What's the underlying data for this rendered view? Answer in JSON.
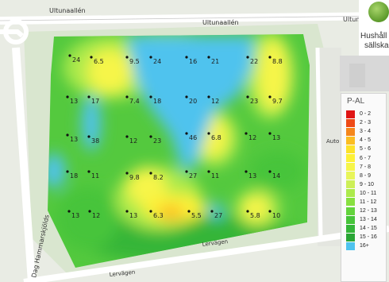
{
  "map": {
    "streets": {
      "top_left": "Ultunaallén",
      "top_mid": "Ultunaallén",
      "top_right": "Ultuna",
      "right": "Auto",
      "bottom": "Lervägen",
      "bottom_left": "Lervägen",
      "left": "Dag Hammarskjölds"
    },
    "brand": {
      "line1": "Hushåll",
      "line2": "sällska"
    },
    "samples": [
      {
        "v": "24"
      },
      {
        "v": "6.5"
      },
      {
        "v": "9.5"
      },
      {
        "v": "24"
      },
      {
        "v": "16"
      },
      {
        "v": "21"
      },
      {
        "v": "22"
      },
      {
        "v": "8.8"
      },
      {
        "v": "13"
      },
      {
        "v": "17"
      },
      {
        "v": "7.4"
      },
      {
        "v": "18"
      },
      {
        "v": "20"
      },
      {
        "v": "12"
      },
      {
        "v": "23"
      },
      {
        "v": "9.7"
      },
      {
        "v": "13"
      },
      {
        "v": "38"
      },
      {
        "v": "12"
      },
      {
        "v": "23"
      },
      {
        "v": "46"
      },
      {
        "v": "6.8"
      },
      {
        "v": "12"
      },
      {
        "v": "13"
      },
      {
        "v": "18"
      },
      {
        "v": "11"
      },
      {
        "v": "9.8"
      },
      {
        "v": "8.2"
      },
      {
        "v": "27"
      },
      {
        "v": "11"
      },
      {
        "v": "13"
      },
      {
        "v": "14"
      },
      {
        "v": "13"
      },
      {
        "v": "12"
      },
      {
        "v": "13"
      },
      {
        "v": "6.3"
      },
      {
        "v": "5.5"
      },
      {
        "v": "27"
      },
      {
        "v": "5.8"
      },
      {
        "v": "10"
      }
    ]
  },
  "legend": {
    "title": "P-AL",
    "items": [
      {
        "label": "0 - 2",
        "color": "#e01515"
      },
      {
        "label": "2 - 3",
        "color": "#ee4a16"
      },
      {
        "label": "3 - 4",
        "color": "#f5861b"
      },
      {
        "label": "4 - 5",
        "color": "#fbbd22"
      },
      {
        "label": "5 - 6",
        "color": "#fde22a"
      },
      {
        "label": "6 - 7",
        "color": "#fdf137"
      },
      {
        "label": "7 - 8",
        "color": "#f6f54a"
      },
      {
        "label": "8 - 9",
        "color": "#e8f55a"
      },
      {
        "label": "9 - 10",
        "color": "#cdef58"
      },
      {
        "label": "10 - 11",
        "color": "#acea4c"
      },
      {
        "label": "11 - 12",
        "color": "#88e040"
      },
      {
        "label": "12 - 13",
        "color": "#63d43c"
      },
      {
        "label": "13 - 14",
        "color": "#46c43a"
      },
      {
        "label": "14 - 15",
        "color": "#34b538"
      },
      {
        "label": "15 - 16",
        "color": "#2aa535"
      },
      {
        "label": "16+",
        "color": "#4fc3ee"
      }
    ]
  }
}
